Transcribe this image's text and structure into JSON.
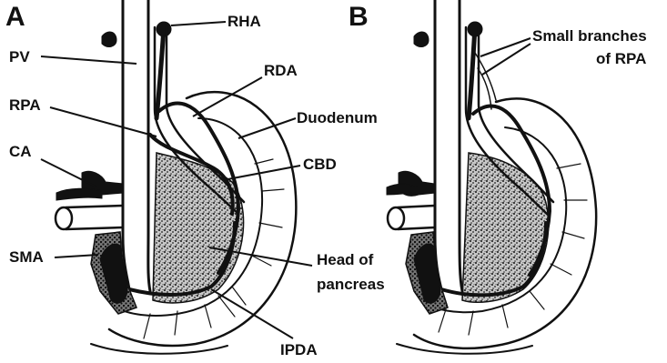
{
  "figure": {
    "panels": [
      {
        "id": "A",
        "label": "A",
        "structures": {
          "rha": "RHA",
          "pv": "PV",
          "rda": "RDA",
          "rpa": "RPA",
          "duodenum": "Duodenum",
          "ca": "CA",
          "cbd": "CBD",
          "sma": "SMA",
          "head_of_pancreas_line1": "Head of",
          "head_of_pancreas_line2": "pancreas",
          "ipda": "IPDA"
        }
      },
      {
        "id": "B",
        "label": "B",
        "structures": {
          "small_branches_line1": "Small branches",
          "small_branches_line2": "of RPA"
        }
      }
    ],
    "colors": {
      "ink": "#111111",
      "background": "#ffffff",
      "pancreas_stipple": "#555555"
    }
  }
}
